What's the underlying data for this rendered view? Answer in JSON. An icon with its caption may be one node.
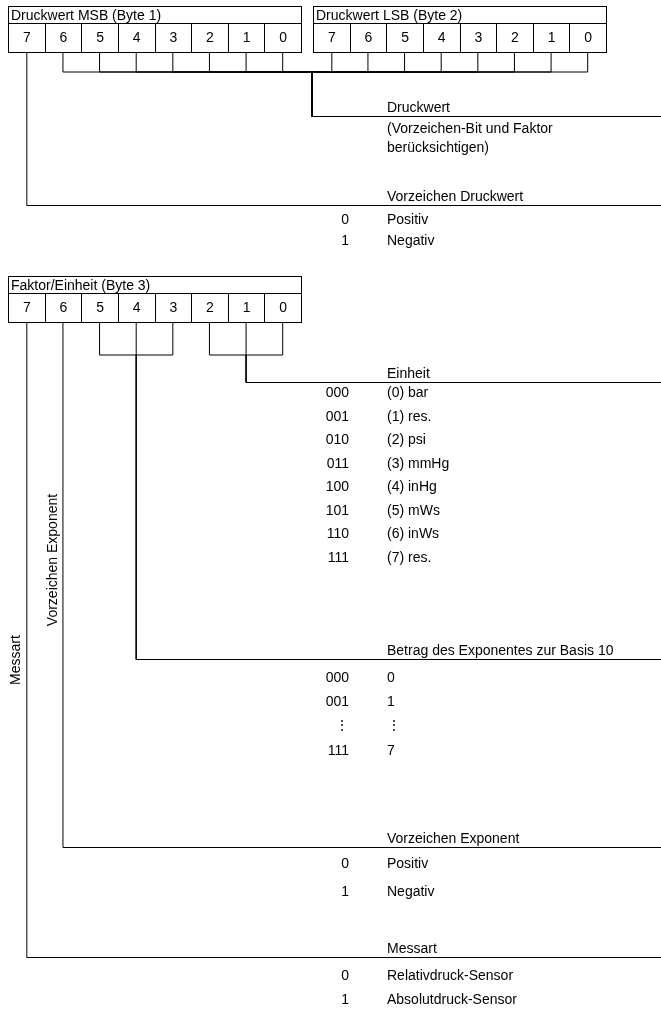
{
  "diagram": {
    "nodes": [
      {
        "text": [
          "Druckwert MSB (Byte 1)"
        ]
      },
      {
        "text": [
          "7"
        ],
        "in": 0
      },
      {
        "text": [
          "6"
        ],
        "in": 0
      },
      {
        "text": [
          "5"
        ],
        "in": 0
      },
      {
        "text": [
          "4"
        ],
        "in": 0
      },
      {
        "text": [
          "3"
        ],
        "in": 0
      },
      {
        "text": [
          "2"
        ],
        "in": 0
      },
      {
        "text": [
          "1"
        ],
        "in": 0
      },
      {
        "text": [
          "0"
        ],
        "in": 0
      },
      {
        "text": [
          "Druckwert LSB (Byte 2)"
        ]
      },
      {
        "text": [
          "7"
        ],
        "in": 9
      },
      {
        "text": [
          "6"
        ],
        "in": 9
      },
      {
        "text": [
          "5"
        ],
        "in": 9
      },
      {
        "text": [
          "4"
        ],
        "in": 9
      },
      {
        "text": [
          "3"
        ],
        "in": 9
      },
      {
        "text": [
          "2"
        ],
        "in": 9
      },
      {
        "text": [
          "1"
        ],
        "in": 9
      },
      {
        "text": [
          "0"
        ],
        "in": 9
      },
      {
        "text": [
          "Druckwert"
        ],
        "beside": [
          "(Vorzeichen-Bit und Faktor berücksichtigen)"
        ]
      },
      {
        "text": [
          "Vorzeichen Druckwert"
        ]
      },
      {
        "text": [
          "Faktor/Einheit (Byte 3)"
        ]
      },
      {
        "text": [
          "7"
        ],
        "in": 20
      },
      {
        "text": [
          "6"
        ],
        "in": 20
      },
      {
        "text": [
          "5"
        ],
        "in": 20
      },
      {
        "text": [
          "4"
        ],
        "in": 20
      },
      {
        "text": [
          "3"
        ],
        "in": 20
      },
      {
        "text": [
          "2"
        ],
        "in": 20
      },
      {
        "text": [
          "1"
        ],
        "in": 20
      },
      {
        "text": [
          "0"
        ],
        "in": 20
      },
      {
        "text": [
          "Einheit"
        ]
      },
      {
        "text": [
          "Betrag des Exponentes zur Basis 10"
        ]
      },
      {
        "text": [
          "Vorzeichen Exponent"
        ]
      },
      {
        "text": [
          "Messart"
        ]
      }
    ],
    "edges": [
      {
        "from": 2,
        "to": 18,
        "arrow": "none"
      },
      {
        "from": 3,
        "to": 18,
        "arrow": "none"
      },
      {
        "from": 4,
        "to": 18,
        "arrow": "none"
      },
      {
        "from": 5,
        "to": 18,
        "arrow": "none"
      },
      {
        "from": 6,
        "to": 18,
        "arrow": "none"
      },
      {
        "from": 7,
        "to": 18,
        "arrow": "none"
      },
      {
        "from": 8,
        "to": 18,
        "arrow": "none"
      },
      {
        "from": 10,
        "to": 18,
        "arrow": "none"
      },
      {
        "from": 11,
        "to": 18,
        "arrow": "none"
      },
      {
        "from": 12,
        "to": 18,
        "arrow": "none"
      },
      {
        "from": 13,
        "to": 18,
        "arrow": "none"
      },
      {
        "from": 14,
        "to": 18,
        "arrow": "none"
      },
      {
        "from": 15,
        "to": 18,
        "arrow": "none"
      },
      {
        "from": 16,
        "to": 18,
        "arrow": "none"
      },
      {
        "from": 17,
        "to": 18,
        "arrow": "none"
      },
      {
        "from": 1,
        "to": 19,
        "arrow": "none"
      },
      {
        "from": 26,
        "to": 29,
        "arrow": "none"
      },
      {
        "from": 27,
        "to": 29,
        "arrow": "none"
      },
      {
        "from": 28,
        "to": 29,
        "arrow": "none"
      },
      {
        "from": 23,
        "to": 30,
        "arrow": "none"
      },
      {
        "from": 24,
        "to": 30,
        "arrow": "none"
      },
      {
        "from": 25,
        "to": 30,
        "arrow": "none"
      },
      {
        "from": 22,
        "to": 31,
        "arrow": "none"
      },
      {
        "from": 21,
        "to": 32,
        "arrow": "none"
      }
    ],
    "labels": [
      "0",
      "Positiv",
      "1",
      "Negativ",
      "Messart",
      "Vorzeichen Exponent",
      "000",
      "(0) bar",
      "001",
      "(1) res.",
      "010",
      "(2) psi",
      "011",
      "(3) mmHg",
      "100",
      "(4) inHg",
      "101",
      "(5) mWs",
      "110",
      "(6) inWs",
      "111",
      "(7) res.",
      "000",
      "0",
      "001",
      "1",
      "⋮",
      "⋮",
      "111",
      "7",
      "0",
      "Positiv",
      "1",
      "Negativ",
      "0",
      "Relativdruck-Sensor",
      "1",
      "Absolutdruck-Sensor"
    ]
  }
}
